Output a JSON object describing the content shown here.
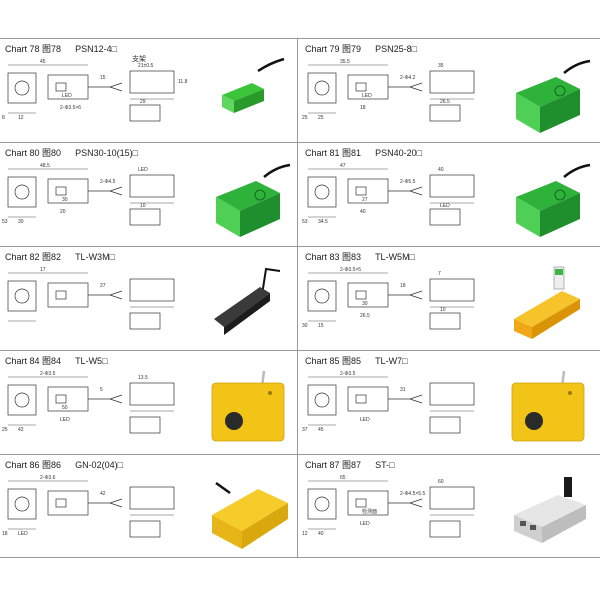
{
  "charts": [
    {
      "label": "Chart 78",
      "cn": "图78",
      "model": "PSN12-4□",
      "body_color": "#3cc43a",
      "shape": "block-small",
      "dims": [
        "45",
        "15",
        "8",
        "12",
        "2-Φ3.5×6",
        "LED",
        "21±0.5",
        "29",
        "11.8"
      ],
      "extra": "支架"
    },
    {
      "label": "Chart 79",
      "cn": "图79",
      "model": "PSN25-8□",
      "body_color": "#2eb23a",
      "shape": "block-large",
      "dims": [
        "35.5",
        "2-Φ4.2",
        "25",
        "25",
        "18",
        "LED",
        "35",
        "26.5"
      ]
    },
    {
      "label": "Chart 80",
      "cn": "图80",
      "model": "PSN30-10(15)□",
      "body_color": "#2eb23a",
      "shape": "block-large",
      "dims": [
        "48.5",
        "2-Φ4.5",
        "53",
        "30",
        "20",
        "30",
        "LED",
        "10"
      ]
    },
    {
      "label": "Chart 81",
      "cn": "图81",
      "model": "PSN40-20□",
      "body_color": "#2eb23a",
      "shape": "block-large",
      "dims": [
        "47",
        "2-Φ5.5",
        "53",
        "34.5",
        "40",
        "27",
        "40",
        "LED"
      ]
    },
    {
      "label": "Chart 82",
      "cn": "图82",
      "model": "TL-W3M□",
      "body_color": "#2b2b2b",
      "shape": "bar-black",
      "dims": [
        "17",
        "27"
      ]
    },
    {
      "label": "Chart 83",
      "cn": "图83",
      "model": "TL-W5M□",
      "body_color": "#f3b315",
      "shape": "bar-yellow",
      "dims": [
        "2-Φ3.5×5",
        "18",
        "30",
        "15",
        "26.5",
        "30",
        "7",
        "10"
      ]
    },
    {
      "label": "Chart 84",
      "cn": "图84",
      "model": "TL-W5□",
      "body_color": "#f2c417",
      "shape": "plate-yellow",
      "dims": [
        "2-Φ3.5",
        "5",
        "25",
        "42",
        "LED",
        "50",
        "13.5"
      ]
    },
    {
      "label": "Chart 85",
      "cn": "图85",
      "model": "TL-W7□",
      "body_color": "#f2c417",
      "shape": "plate-yellow",
      "dims": [
        "2-Φ3.5",
        "31",
        "37",
        "45",
        "LED"
      ]
    },
    {
      "label": "Chart 86",
      "cn": "图86",
      "model": "GN-02(04)□",
      "body_color": "#f2c417",
      "shape": "box-yellow",
      "dims": [
        "2-Φ3.6",
        "42",
        "18",
        "LED"
      ]
    },
    {
      "label": "Chart 87",
      "cn": "图87",
      "model": "ST-□",
      "body_color": "#d9d9d9",
      "shape": "block-grey",
      "dims": [
        "65",
        "2-Φ4.5×5.5",
        "12",
        "40",
        "LED",
        "检测面",
        "60"
      ]
    }
  ]
}
